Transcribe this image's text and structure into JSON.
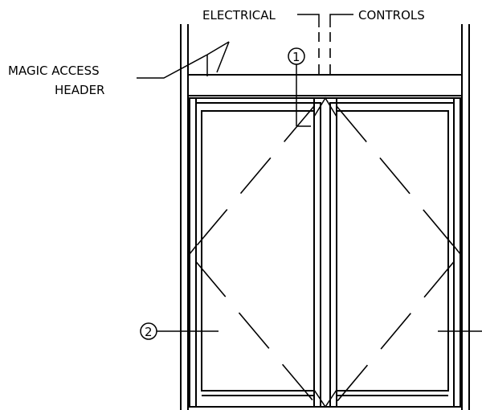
{
  "labels": {
    "electrical": "ELECTRICAL",
    "controls": "CONTROLS",
    "header_line1": "MAGIC  ACCESS",
    "header_line2": "HEADER"
  },
  "callouts": {
    "one": "1",
    "two": "2"
  }
}
